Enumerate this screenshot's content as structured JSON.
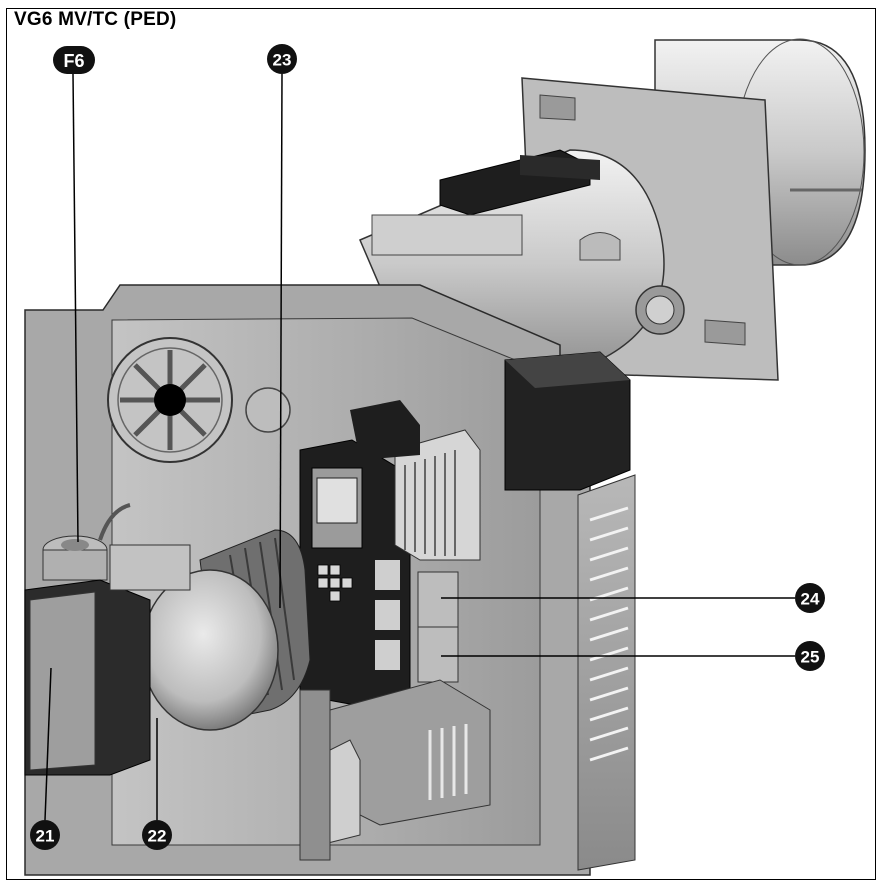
{
  "title": "VG6 MV/TC (PED)",
  "callouts": [
    {
      "id": "f6",
      "label": "F6"
    },
    {
      "id": "c23",
      "label": "23"
    },
    {
      "id": "c24",
      "label": "24"
    },
    {
      "id": "c25",
      "label": "25"
    },
    {
      "id": "c21",
      "label": "21"
    },
    {
      "id": "c22",
      "label": "22"
    }
  ],
  "colors": {
    "frame": "#000000",
    "callout_fill": "#111111",
    "callout_text": "#ffffff",
    "metal_light": "#d9d9d9",
    "metal_mid": "#a9a9a9",
    "metal_dark": "#5a5a5a",
    "housing_black": "#1e1e1e"
  }
}
